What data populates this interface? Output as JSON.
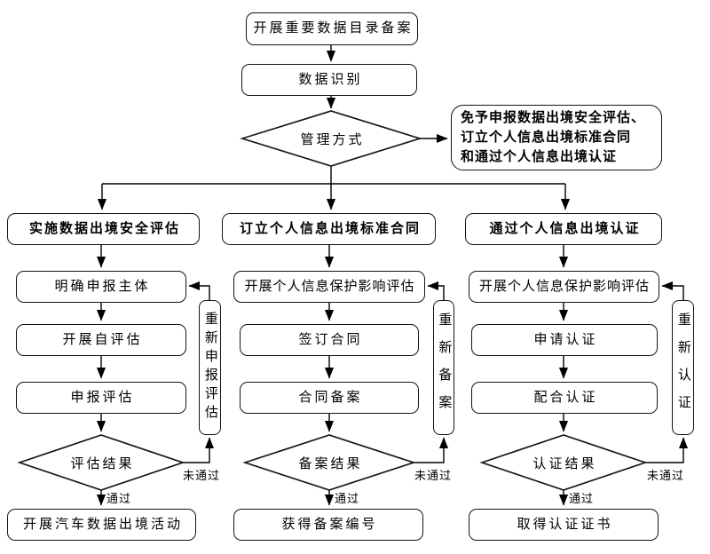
{
  "flow": {
    "start": "开展重要数据目录备案",
    "identify": "数据识别",
    "decision": "管理方式",
    "exempt": "免予申报数据出境安全评估、\n订立个人信息出境标准合同\n和通过个人信息出境认证",
    "columns": [
      {
        "header": "实施数据出境安全评估",
        "steps": [
          "明确申报主体",
          "开展自评估",
          "申报评估"
        ],
        "decision": "评估结果",
        "pass": "通过",
        "fail": "未通过",
        "retry": "重新申报评估",
        "outcome": "开展汽车数据出境活动"
      },
      {
        "header": "订立个人信息出境标准合同",
        "steps": [
          "开展个人信息保护影响评估",
          "签订合同",
          "合同备案"
        ],
        "decision": "备案结果",
        "pass": "通过",
        "fail": "未通过",
        "retry": "重新备案",
        "outcome": "获得备案编号"
      },
      {
        "header": "通过个人信息出境认证",
        "steps": [
          "开展个人信息保护影响评估",
          "申请认证",
          "配合认证"
        ],
        "decision": "认证结果",
        "pass": "通过",
        "fail": "未通过",
        "retry": "重新认证",
        "outcome": "取得认证证书"
      }
    ]
  },
  "colors": {
    "line": "#000000",
    "border": "#141414",
    "background": "#ffffff",
    "text": "#000000"
  }
}
